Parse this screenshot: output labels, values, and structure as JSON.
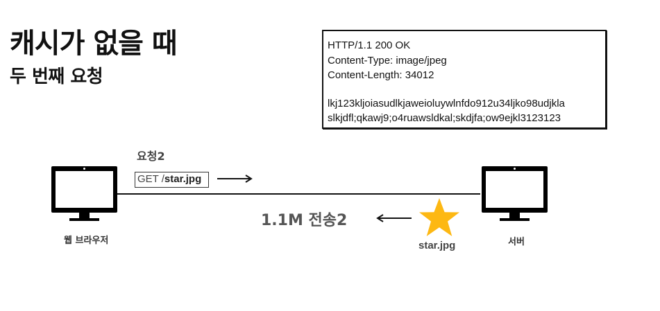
{
  "header": {
    "title": "캐시가 없을 때",
    "subtitle": "두 번째 요청"
  },
  "response": {
    "lines": [
      "HTTP/1.1 200 OK",
      "Content-Type: image/jpeg",
      "Content-Length: 34012",
      "",
      "lkj123kljoiasudlkjaweioluywlnfdo912u34ljko98udjkla",
      "slkjdfl;qkawj9;o4ruawsldkal;skdjfa;ow9ejkl3123123"
    ]
  },
  "request": {
    "label": "요청2",
    "method": "GET /",
    "path": "star.jpg"
  },
  "transfer": {
    "label": "1.1M 전송2"
  },
  "client": {
    "label": "웹 브라우저"
  },
  "server": {
    "label": "서버"
  },
  "resource": {
    "label": "star.jpg",
    "icon": "star-icon",
    "color": "#FDB813"
  }
}
